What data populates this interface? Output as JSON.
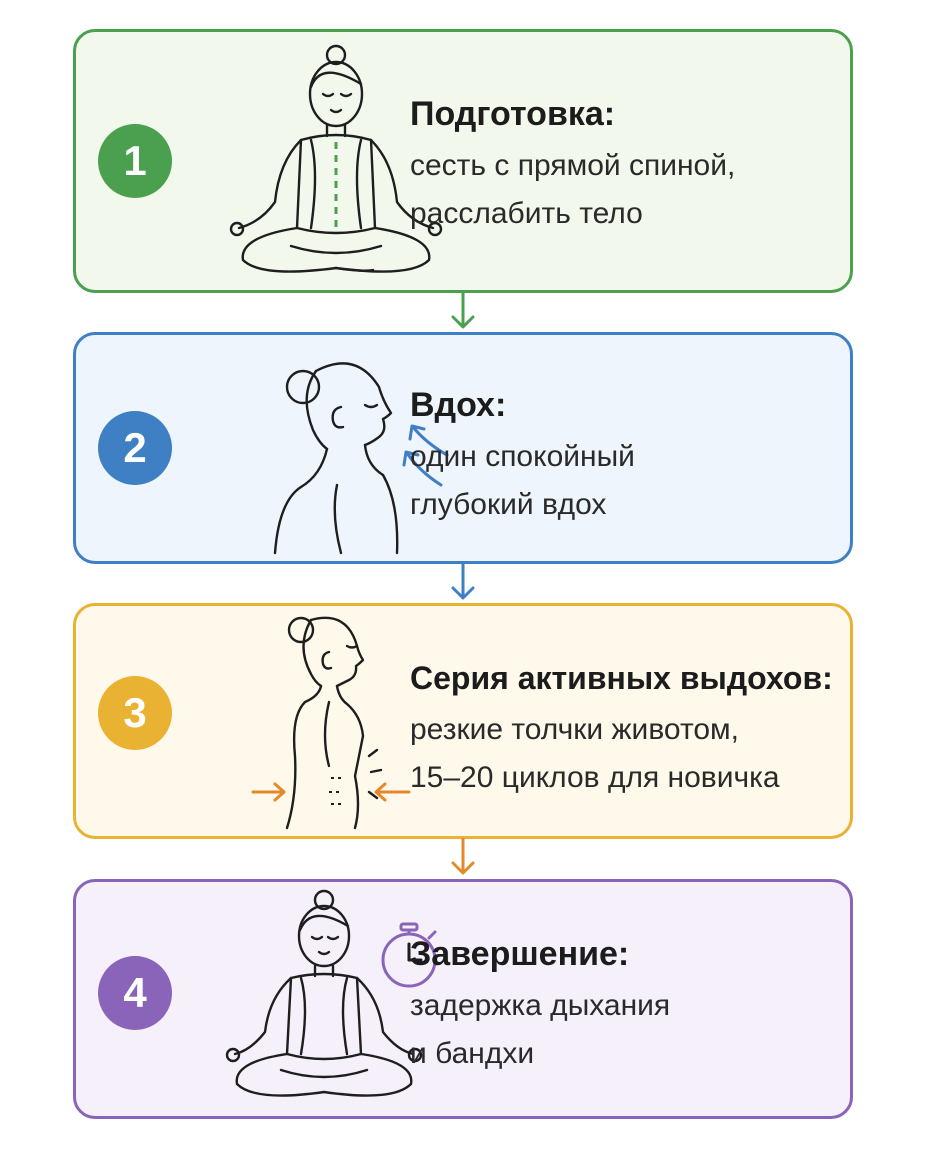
{
  "steps": [
    {
      "number": "1",
      "title": "Подготовка:",
      "lines": [
        "сесть с прямой спиной,",
        "расслабить тело"
      ],
      "color": "#4aa04f",
      "bg": "#f2f8ec",
      "illustration": "seated-meditation-straight-spine-icon"
    },
    {
      "number": "2",
      "title": "Вдох:",
      "lines": [
        "один спокойный",
        "глубокий вдох"
      ],
      "color": "#3f7fc4",
      "bg": "#eef5fc",
      "illustration": "head-inhale-profile-icon"
    },
    {
      "number": "3",
      "title": "Серия активных выдохов:",
      "lines": [
        "резкие толчки животом,",
        "15–20 циклов для новичка"
      ],
      "color": "#eab232",
      "bg": "#fff9ec",
      "illustration": "abdominal-exhale-profile-icon"
    },
    {
      "number": "4",
      "title": "Завершение:",
      "lines": [
        "задержка дыхания",
        "и бандхи"
      ],
      "color": "#8a64b8",
      "bg": "#f5f0fa",
      "illustration": "seated-meditation-timer-icon"
    }
  ],
  "connector_colors": [
    "#4aa04f",
    "#3f7fc4",
    "#e3892a"
  ]
}
